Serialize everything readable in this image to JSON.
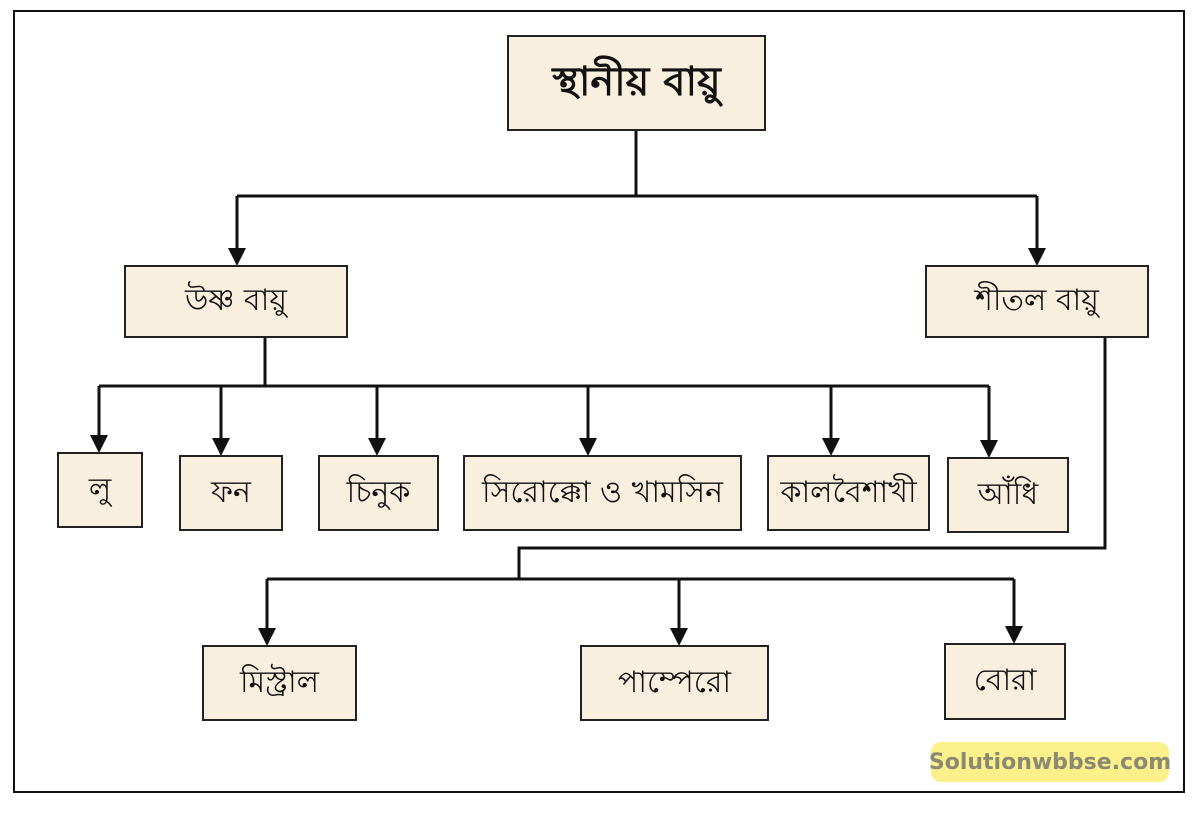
{
  "root": "স্থানীয় বায়ু",
  "hot": {
    "label": "উষ্ণ বায়ু",
    "children": [
      "লু",
      "ফন",
      "চিনুক",
      "সিরোক্কো ও খামসিন",
      "কালবৈশাখী",
      "আঁধি"
    ]
  },
  "cold": {
    "label": "শীতল বায়ু",
    "children": [
      "মিস্ট্রাল",
      "পাম্পেরো",
      "বোরা"
    ]
  },
  "watermark": "Solutionwbbse.com"
}
